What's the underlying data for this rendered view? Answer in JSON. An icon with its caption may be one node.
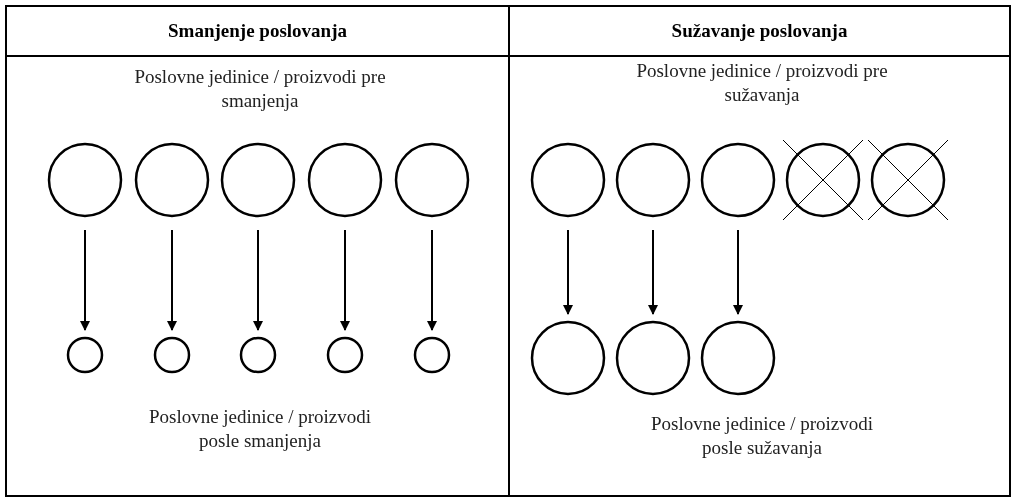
{
  "diagram": {
    "nodes": [
      {
        "text": [
          "Smanjenje poslovanja",
          "Poslovne jedinice / proizvodi pre smanjenja",
          "Poslovne jedinice / proizvodi posle smanjenja"
        ]
      },
      {
        "text": [],
        "shape": "circle",
        "in": 0
      },
      {
        "text": [],
        "shape": "circle",
        "in": 0
      },
      {
        "text": [],
        "shape": "circle",
        "in": 0
      },
      {
        "text": [],
        "shape": "circle",
        "in": 0
      },
      {
        "text": [],
        "shape": "circle",
        "in": 0
      },
      {
        "text": [],
        "shape": "circle",
        "in": 0
      },
      {
        "text": [],
        "shape": "circle",
        "in": 0
      },
      {
        "text": [],
        "shape": "circle",
        "in": 0
      },
      {
        "text": [],
        "shape": "circle",
        "in": 0
      },
      {
        "text": [],
        "shape": "circle",
        "in": 0
      },
      {
        "text": [
          "Sužavanje poslovanja",
          "Poslovne jedinice / proizvodi pre sužavanja",
          "Poslovne jedinice / proizvodi posle sužavanja"
        ]
      },
      {
        "text": [],
        "shape": "circle",
        "in": 11
      },
      {
        "text": [],
        "shape": "circle",
        "in": 11
      },
      {
        "text": [],
        "shape": "circle",
        "in": 11
      },
      {
        "text": [],
        "shape": "crossed-circle",
        "in": 11
      },
      {
        "text": [],
        "shape": "crossed-circle",
        "in": 11
      },
      {
        "text": [],
        "shape": "circle",
        "in": 11
      },
      {
        "text": [],
        "shape": "circle",
        "in": 11
      },
      {
        "text": [],
        "shape": "circle",
        "in": 11
      }
    ],
    "edges": [
      {
        "from": 1,
        "to": 6,
        "arrow": "to"
      },
      {
        "from": 2,
        "to": 7,
        "arrow": "to"
      },
      {
        "from": 3,
        "to": 8,
        "arrow": "to"
      },
      {
        "from": 4,
        "to": 9,
        "arrow": "to"
      },
      {
        "from": 5,
        "to": 10,
        "arrow": "to"
      },
      {
        "from": 12,
        "to": 17,
        "arrow": "to"
      },
      {
        "from": 13,
        "to": 18,
        "arrow": "to"
      },
      {
        "from": 14,
        "to": 19,
        "arrow": "to"
      }
    ]
  }
}
